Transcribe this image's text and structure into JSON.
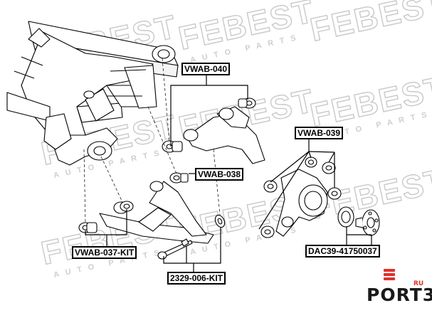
{
  "watermark": {
    "brand": "FEBEST",
    "tagline": "AUTO PARTS"
  },
  "labels": {
    "vwab_040": "VWAB-040",
    "vwab_039": "VWAB-039",
    "vwab_038": "VWAB-038",
    "vwab_037_kit": "VWAB-037-KIT",
    "dac39": "DAC39-41750037",
    "kit_2329": "2329-006-KIT"
  },
  "logo": {
    "text": "PORT3",
    "suffix": "RU"
  }
}
